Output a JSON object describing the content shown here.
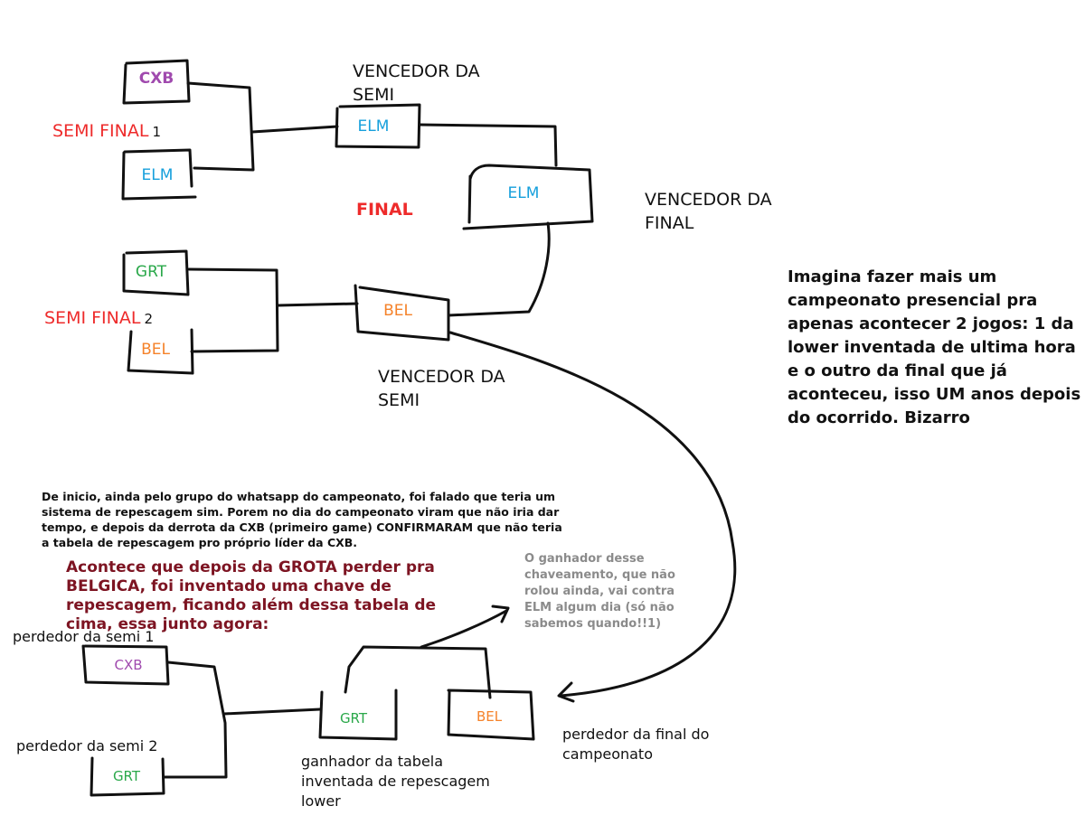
{
  "colors": {
    "line": "#111111",
    "cxb": "#a04aae",
    "elm": "#17a0dc",
    "grt": "#2aa84a",
    "bel": "#f5822a",
    "semi_label": "#ee2b2b",
    "maroon_text": "#7d1422",
    "grey_text": "#8b8b8b"
  },
  "upper_bracket": {
    "semi1_label": "SEMI FINAL",
    "semi1_number": "1",
    "semi2_label": "SEMI FINAL",
    "semi2_number": "2",
    "final_label": "FINAL",
    "semi1_team_a": "CXB",
    "semi1_team_b": "ELM",
    "semi2_team_a": "GRT",
    "semi2_team_b": "BEL",
    "semi1_winner": "ELM",
    "semi2_winner": "BEL",
    "final_winner": "ELM",
    "winner_semi_top_line1": "VENCEDOR DA",
    "winner_semi_top_line2": "SEMI",
    "winner_semi_bottom_line1": "VENCEDOR DA",
    "winner_semi_bottom_line2": "SEMI",
    "winner_final_line1": "VENCEDOR DA",
    "winner_final_line2": "FINAL"
  },
  "side_comment": "Imagina fazer mais um campeonato presencial pra apenas acontecer 2 jogos: 1 da lower inventada de ultima hora e o outro da final que já aconteceu, isso UM anos depois do ocorrido. Bizarro",
  "explanation": "De inicio, ainda pelo grupo do whatsapp do campeonato, foi falado que teria um sistema de repescagem sim. Porem no dia do campeonato viram que não iria dar tempo, e depois da derrota da CXB (primeiro game) CONFIRMARAM que não teria a tabela de repescagem pro próprio líder da CXB.",
  "lower_intro": "Acontece que depois da GROTA perder pra BELGICA, foi inventado uma chave de repescagem, ficando além dessa tabela de cima, essa junto agora:",
  "winner_note": "O ganhador desse chaveamento, que não rolou ainda, vai contra ELM algum dia (só não sabemos quando!!1)",
  "lower_bracket": {
    "loser_semi1_label": "perdedor da semi 1",
    "loser_semi2_label": "perdedor da semi 2",
    "team_a": "CXB",
    "team_b": "GRT",
    "lower_winner": "GRT",
    "final_loser": "BEL",
    "lower_winner_caption": "ganhador da tabela inventada de repescagem lower",
    "final_loser_caption": "perdedor da final do campeonato"
  }
}
